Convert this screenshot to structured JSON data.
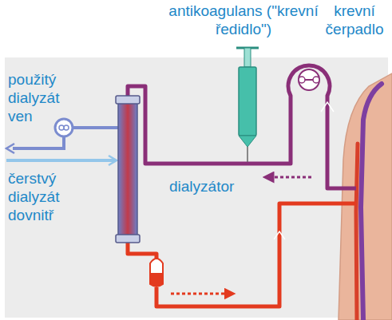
{
  "diagram": {
    "labels": [
      "antikoagulans (\"krevní ředidlo\")",
      "krevní čerpadlo",
      "použitý dialyzát ven",
      "čerstvý dialyzát dovnitř",
      "dialyzátor"
    ]
  }
}
